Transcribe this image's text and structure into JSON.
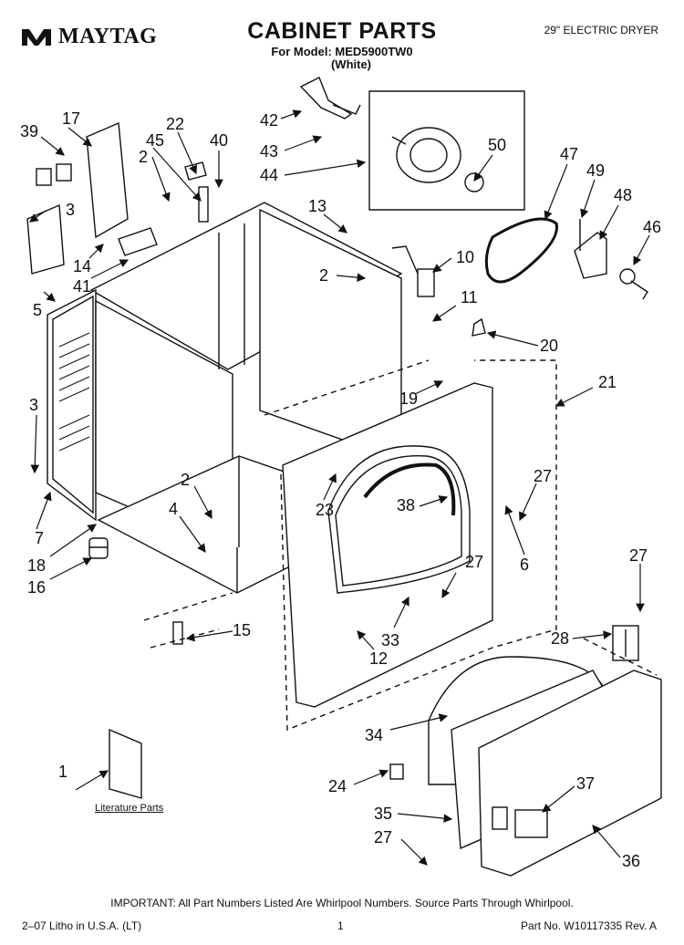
{
  "header": {
    "brand": "MAYTAG",
    "title": "CABINET PARTS",
    "model_line": "For Model: MED5900TW0",
    "color_line": "(White)",
    "product": "29\" ELECTRIC DRYER"
  },
  "callouts": {
    "c1": "1",
    "c2a": "2",
    "c2b": "2",
    "c2c": "2",
    "c3a": "3",
    "c3b": "3",
    "c4": "4",
    "c5": "5",
    "c6": "6",
    "c7": "7",
    "c10": "10",
    "c11": "11",
    "c12": "12",
    "c13": "13",
    "c14": "14",
    "c15": "15",
    "c16": "16",
    "c17": "17",
    "c18": "18",
    "c19": "19",
    "c20": "20",
    "c21": "21",
    "c22": "22",
    "c23": "23",
    "c24": "24",
    "c27a": "27",
    "c27b": "27",
    "c27c": "27",
    "c27d": "27",
    "c28": "28",
    "c33": "33",
    "c34": "34",
    "c35": "35",
    "c36": "36",
    "c37": "37",
    "c38": "38",
    "c39": "39",
    "c40": "40",
    "c41": "41",
    "c42": "42",
    "c43": "43",
    "c44": "44",
    "c45": "45",
    "c46": "46",
    "c47": "47",
    "c48": "48",
    "c49": "49",
    "c50": "50"
  },
  "literature_label": "Literature Parts",
  "footer": {
    "important": "IMPORTANT: All Part Numbers Listed Are Whirlpool Numbers. Source Parts Through Whirlpool.",
    "litho": "2–07  Litho in U.S.A. (LT)",
    "page": "1",
    "part_no": "Part No. W10117335 Rev. A"
  }
}
